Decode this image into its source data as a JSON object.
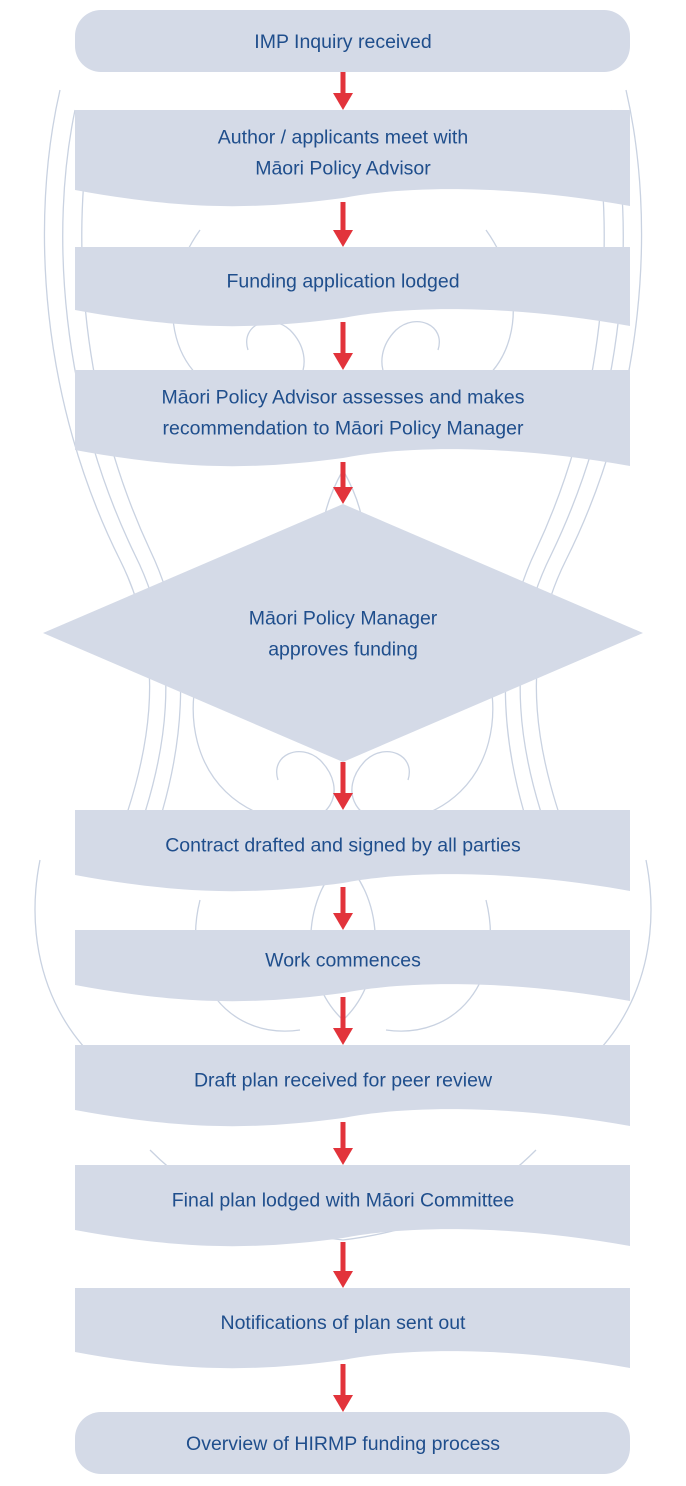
{
  "colors": {
    "box_fill": "#d4dae7",
    "text": "#1f4e8c",
    "arrow": "#e2333b",
    "motif_stroke": "#c9d2e1"
  },
  "background_motif": "carved-koru-pattern",
  "steps": [
    {
      "id": "s1",
      "shape": "rounded",
      "lines": [
        "IMP Inquiry received"
      ]
    },
    {
      "id": "s2",
      "shape": "wave",
      "lines": [
        "Author / applicants meet with",
        "Māori Policy Advisor"
      ]
    },
    {
      "id": "s3",
      "shape": "wave",
      "lines": [
        "Funding application lodged"
      ]
    },
    {
      "id": "s4",
      "shape": "wave",
      "lines": [
        "Māori Policy Advisor assesses and makes",
        "recommendation to Māori Policy Manager"
      ]
    },
    {
      "id": "s5",
      "shape": "diamond",
      "lines": [
        "Māori Policy Manager",
        "approves funding"
      ]
    },
    {
      "id": "s6",
      "shape": "wave",
      "lines": [
        "Contract drafted and signed by all parties"
      ]
    },
    {
      "id": "s7",
      "shape": "wave",
      "lines": [
        "Work commences"
      ]
    },
    {
      "id": "s8",
      "shape": "wave",
      "lines": [
        "Draft plan received for peer review"
      ]
    },
    {
      "id": "s9",
      "shape": "wave",
      "lines": [
        "Final plan lodged with Māori Committee"
      ]
    },
    {
      "id": "s10",
      "shape": "wave",
      "lines": [
        "Notifications of plan sent out"
      ]
    },
    {
      "id": "s11",
      "shape": "rounded",
      "lines": [
        "Overview of HIRMP funding process"
      ]
    }
  ],
  "connectors": [
    {
      "from": "s1",
      "to": "s2"
    },
    {
      "from": "s2",
      "to": "s3"
    },
    {
      "from": "s3",
      "to": "s4"
    },
    {
      "from": "s4",
      "to": "s5"
    },
    {
      "from": "s5",
      "to": "s6"
    },
    {
      "from": "s6",
      "to": "s7"
    },
    {
      "from": "s7",
      "to": "s8"
    },
    {
      "from": "s8",
      "to": "s9"
    },
    {
      "from": "s9",
      "to": "s10"
    },
    {
      "from": "s10",
      "to": "s11"
    }
  ]
}
